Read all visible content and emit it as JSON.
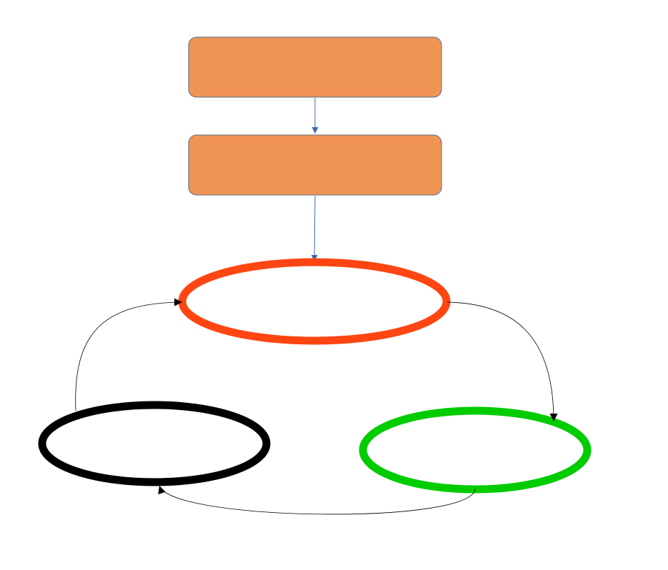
{
  "diagram": {
    "nodes": [
      {
        "id": "box-top",
        "shape": "rounded-rectangle",
        "fill": "#F09453",
        "stroke": "#5A6F8A",
        "label": ""
      },
      {
        "id": "box-middle",
        "shape": "rounded-rectangle",
        "fill": "#F09453",
        "stroke": "#5A6F8A",
        "label": ""
      },
      {
        "id": "ellipse-orange",
        "shape": "ellipse",
        "fill": "none",
        "stroke": "#FF4512",
        "label": ""
      },
      {
        "id": "ellipse-green",
        "shape": "ellipse",
        "fill": "none",
        "stroke": "#00CC00",
        "label": ""
      },
      {
        "id": "ellipse-black",
        "shape": "ellipse",
        "fill": "none",
        "stroke": "#000000",
        "label": ""
      }
    ],
    "edges": [
      {
        "from": "box-top",
        "to": "box-middle",
        "color": "#3A6CB0"
      },
      {
        "from": "box-middle",
        "to": "ellipse-orange",
        "color": "#3A6CB0"
      },
      {
        "from": "ellipse-orange",
        "to": "ellipse-green",
        "color": "#000000"
      },
      {
        "from": "ellipse-green",
        "to": "ellipse-black",
        "color": "#000000"
      },
      {
        "from": "ellipse-black",
        "to": "ellipse-orange",
        "color": "#000000"
      }
    ]
  }
}
